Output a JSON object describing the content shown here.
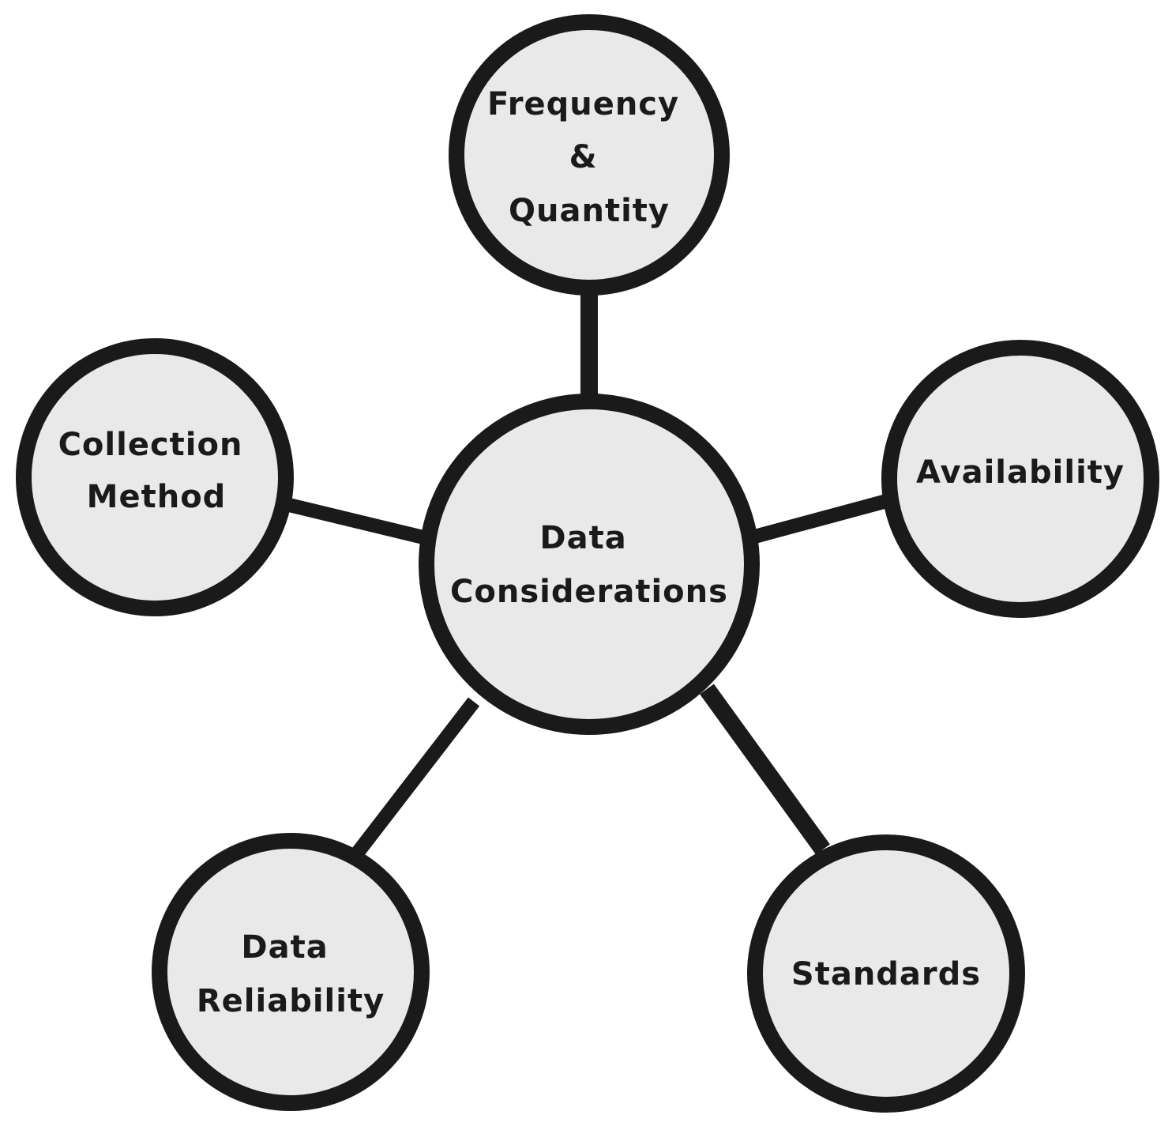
{
  "colors": {
    "node_fill": "#e9e9e9",
    "stroke": "#1a1a1a",
    "background": "#ffffff"
  },
  "center": {
    "lines": [
      "Data",
      "Considerations"
    ]
  },
  "nodes": [
    {
      "id": "frequency-quantity",
      "lines": [
        "Frequency",
        "&",
        "Quantity"
      ]
    },
    {
      "id": "availability",
      "lines": [
        "Availability"
      ]
    },
    {
      "id": "standards",
      "lines": [
        "Standards"
      ]
    },
    {
      "id": "data-reliability",
      "lines": [
        "Data",
        "Reliability"
      ]
    },
    {
      "id": "collection-method",
      "lines": [
        "Collection",
        "Method"
      ]
    }
  ]
}
